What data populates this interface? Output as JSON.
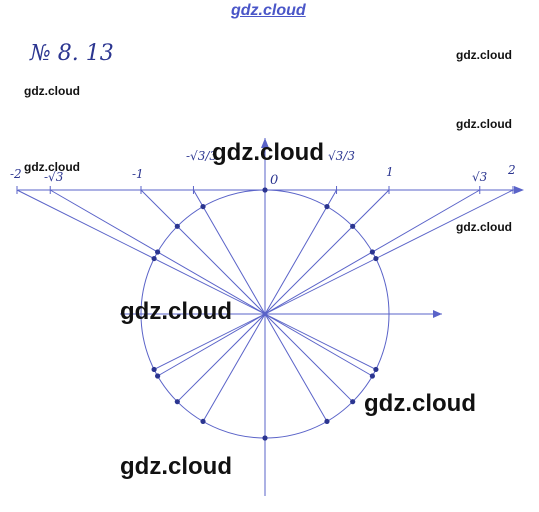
{
  "header": {
    "watermark": "gdz.cloud"
  },
  "problem": {
    "number": "№ 8. 13"
  },
  "watermarks": [
    "gdz.cloud",
    "gdz.cloud",
    "gdz.cloud",
    "gdz.cloud",
    "gdz.cloud",
    "gdz.cloud",
    "gdz.cloud",
    "gdz.cloud",
    "gdz.cloud"
  ],
  "axis": {
    "origin_label": "0",
    "ticks": [
      {
        "value": -2,
        "label": "-2"
      },
      {
        "value": -1.732,
        "label": "-√3"
      },
      {
        "value": -1,
        "label": "-1"
      },
      {
        "value": -0.577,
        "label": "-√3/3"
      },
      {
        "value": 0.577,
        "label": "√3/3"
      },
      {
        "value": 1,
        "label": "1"
      },
      {
        "value": 1.732,
        "label": "√3"
      },
      {
        "value": 2,
        "label": "2"
      }
    ]
  },
  "colors": {
    "ink": "#2b3590",
    "line": "#5a63c8"
  }
}
